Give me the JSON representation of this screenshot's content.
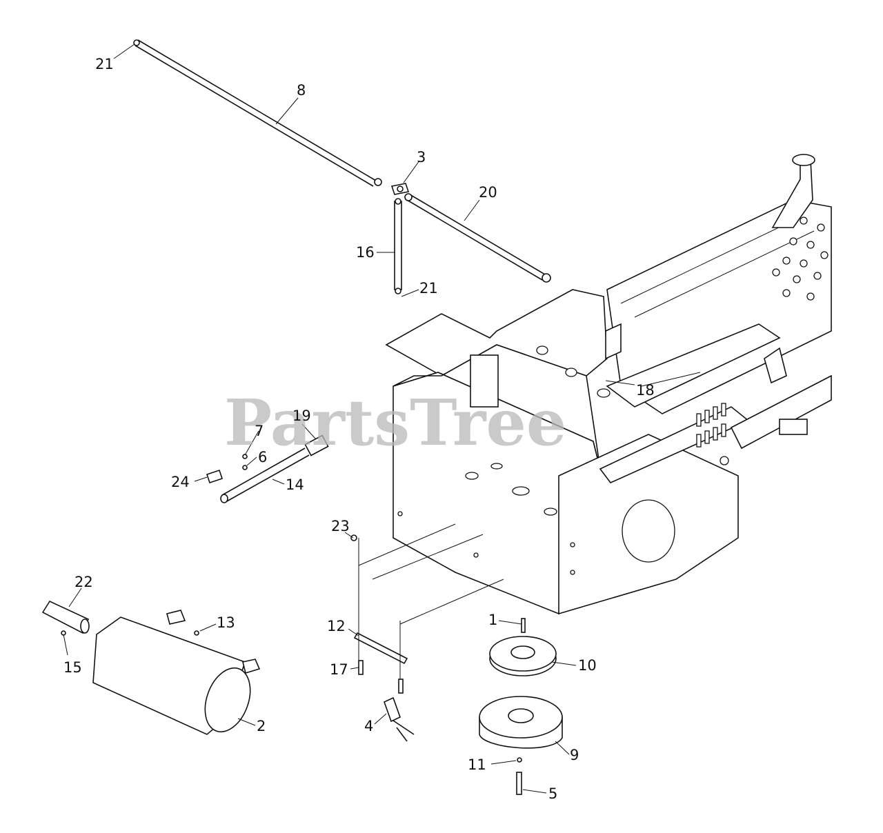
{
  "watermark": "PartsTree",
  "callouts": [
    {
      "id": "c21a",
      "text": "21"
    },
    {
      "id": "c8",
      "text": "8"
    },
    {
      "id": "c3",
      "text": "3"
    },
    {
      "id": "c20",
      "text": "20"
    },
    {
      "id": "c16",
      "text": "16"
    },
    {
      "id": "c21b",
      "text": "21"
    },
    {
      "id": "c18",
      "text": "18"
    },
    {
      "id": "c19",
      "text": "19"
    },
    {
      "id": "c7",
      "text": "7"
    },
    {
      "id": "c6",
      "text": "6"
    },
    {
      "id": "c24",
      "text": "24"
    },
    {
      "id": "c14",
      "text": "14"
    },
    {
      "id": "c23",
      "text": "23"
    },
    {
      "id": "c22",
      "text": "22"
    },
    {
      "id": "c13",
      "text": "13"
    },
    {
      "id": "c15",
      "text": "15"
    },
    {
      "id": "c12",
      "text": "12"
    },
    {
      "id": "c17",
      "text": "17"
    },
    {
      "id": "c1",
      "text": "1"
    },
    {
      "id": "c10",
      "text": "10"
    },
    {
      "id": "c2",
      "text": "2"
    },
    {
      "id": "c4",
      "text": "4"
    },
    {
      "id": "c9",
      "text": "9"
    },
    {
      "id": "c11",
      "text": "11"
    },
    {
      "id": "c5",
      "text": "5"
    }
  ]
}
